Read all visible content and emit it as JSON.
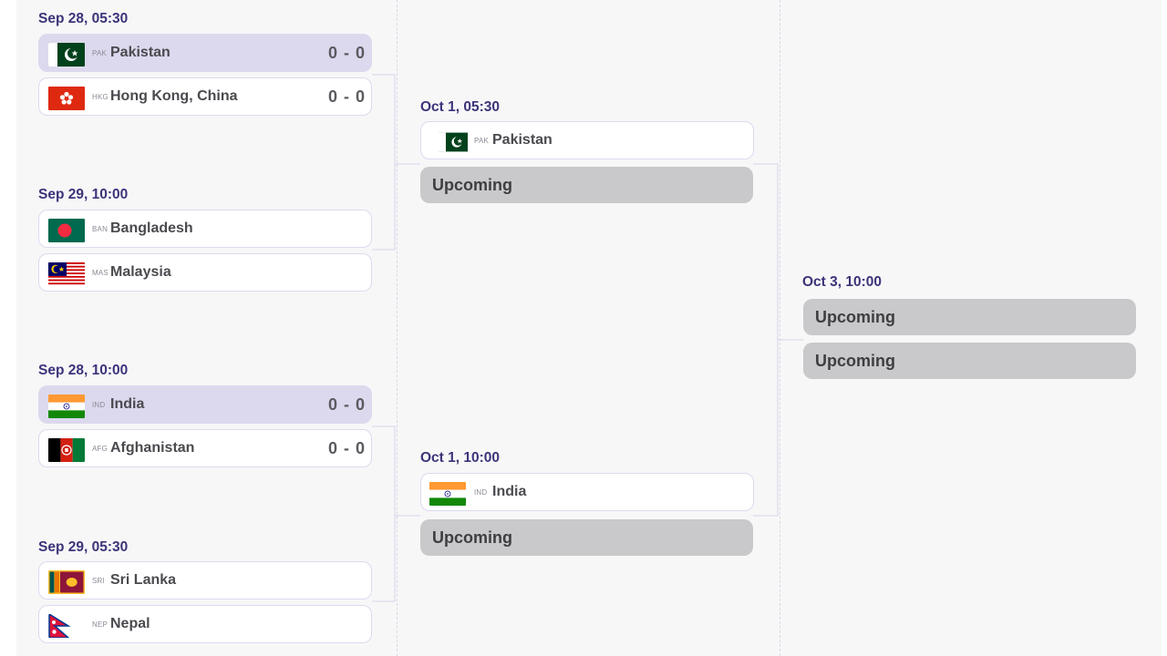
{
  "round1": [
    {
      "time": "Sep 28, 05:30",
      "teams": [
        {
          "code": "PAK",
          "name": "Pakistan",
          "score": "0 - 0",
          "flag": "pakistan-flag-icon"
        },
        {
          "code": "HKG",
          "name": "Hong Kong, China",
          "score": "0 - 0",
          "flag": "hong-kong-flag-icon"
        }
      ]
    },
    {
      "time": "Sep 29, 10:00",
      "teams": [
        {
          "code": "BAN",
          "name": "Bangladesh",
          "flag": "bangladesh-flag-icon"
        },
        {
          "code": "MAS",
          "name": "Malaysia",
          "flag": "malaysia-flag-icon"
        }
      ]
    },
    {
      "time": "Sep 28, 10:00",
      "teams": [
        {
          "code": "IND",
          "name": "India",
          "score": "0 - 0",
          "flag": "india-flag-icon"
        },
        {
          "code": "AFG",
          "name": "Afghanistan",
          "score": "0 - 0",
          "flag": "afghanistan-flag-icon"
        }
      ]
    },
    {
      "time": "Sep 29, 05:30",
      "teams": [
        {
          "code": "SRI",
          "name": "Sri Lanka",
          "flag": "sri-lanka-flag-icon"
        },
        {
          "code": "NEP",
          "name": "Nepal",
          "flag": "nepal-flag-icon"
        }
      ]
    }
  ],
  "round2": [
    {
      "time": "Oct 1, 05:30",
      "team": {
        "code": "PAK",
        "name": "Pakistan",
        "flag": "pakistan-flag-icon"
      },
      "pending": "Upcoming"
    },
    {
      "time": "Oct 1, 10:00",
      "team": {
        "code": "IND",
        "name": "India",
        "flag": "india-flag-icon"
      },
      "pending": "Upcoming"
    }
  ],
  "final": {
    "time": "Oct 3, 10:00",
    "slots": [
      "Upcoming",
      "Upcoming"
    ]
  },
  "colors": {
    "background": "#f7f7f8",
    "winner_highlight": "#dcd9ee",
    "time_text": "#3b3479",
    "upcoming_fill": "#c9c9cb"
  }
}
